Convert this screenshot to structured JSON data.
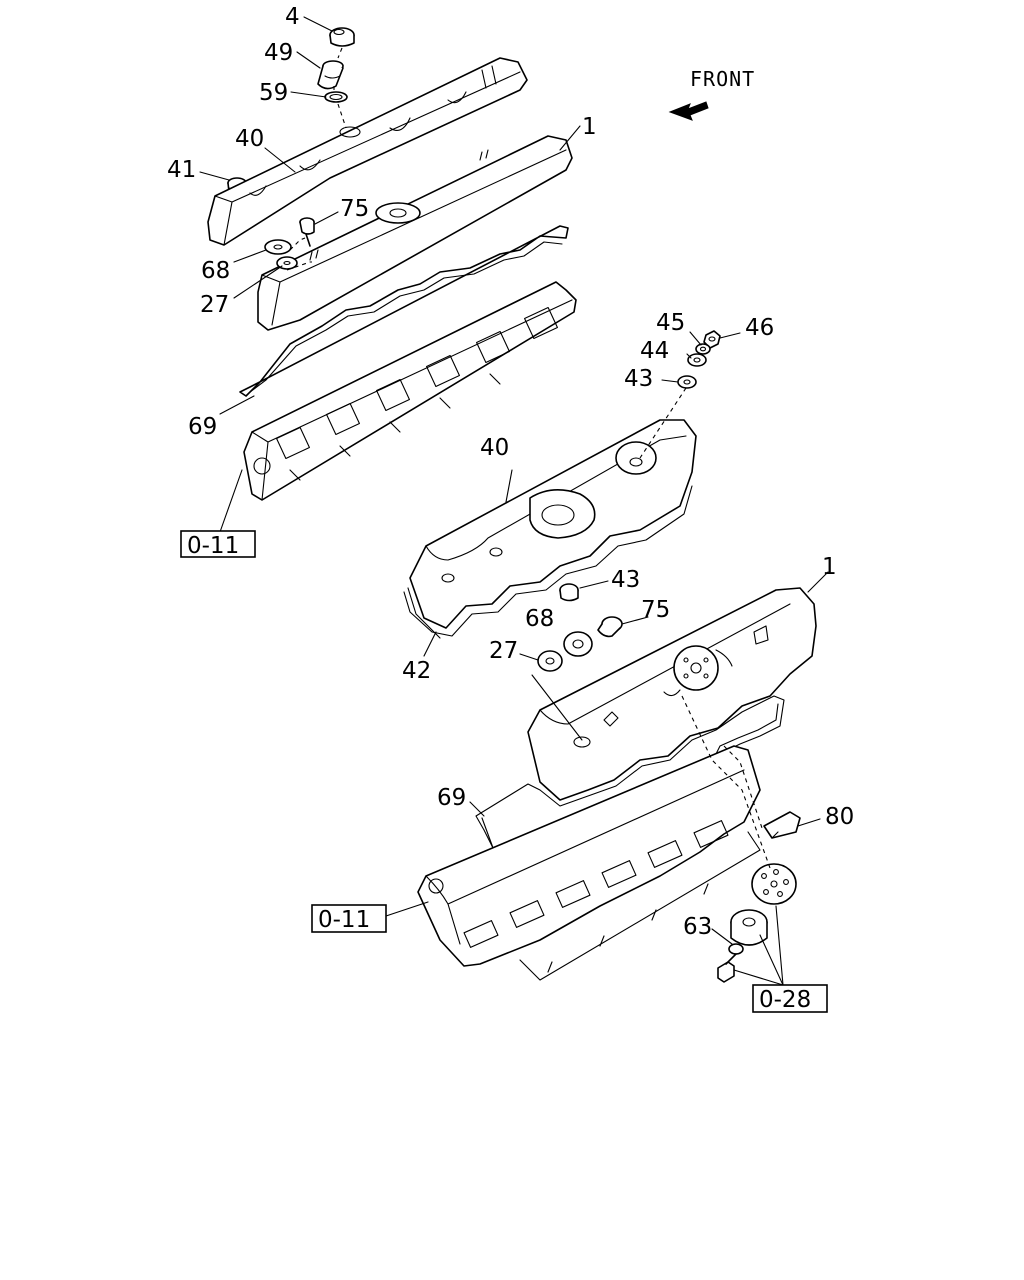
{
  "front_label": "FRONT",
  "upper_assembly": {
    "callouts": {
      "c4": "4",
      "c49": "49",
      "c59": "59",
      "c40": "40",
      "c1": "1",
      "c41": "41",
      "c75": "75",
      "c68": "68",
      "c27": "27",
      "c69": "69"
    },
    "ref_box": "0-11"
  },
  "lower_assembly": {
    "callouts": {
      "c45": "45",
      "c46": "46",
      "c44": "44",
      "c43a": "43",
      "c40": "40",
      "c43b": "43",
      "c68": "68",
      "c75": "75",
      "c27": "27",
      "c1": "1",
      "c42": "42",
      "c69": "69",
      "c80": "80",
      "c63": "63"
    },
    "ref_box_head": "0-11",
    "ref_box_pulley": "0-28"
  },
  "icons": {
    "front_arrow": "front-direction-arrow-icon"
  }
}
